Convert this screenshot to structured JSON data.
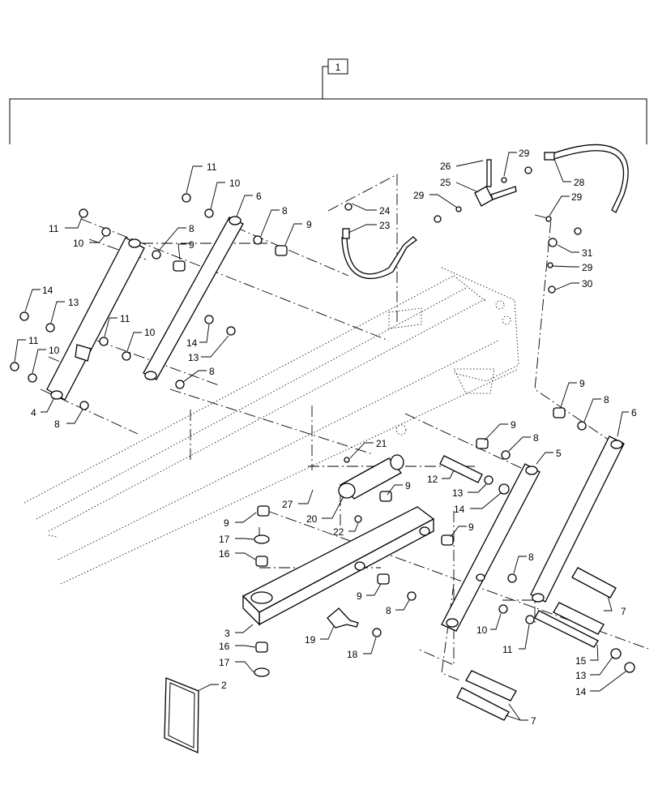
{
  "diagram": {
    "assembly_label": "1",
    "callouts": [
      {
        "label": "11"
      },
      {
        "label": "10"
      },
      {
        "label": "6"
      },
      {
        "label": "11"
      },
      {
        "label": "10"
      },
      {
        "label": "8"
      },
      {
        "label": "9"
      },
      {
        "label": "8"
      },
      {
        "label": "9"
      },
      {
        "label": "14"
      },
      {
        "label": "13"
      },
      {
        "label": "11"
      },
      {
        "label": "10"
      },
      {
        "label": "11"
      },
      {
        "label": "10"
      },
      {
        "label": "14"
      },
      {
        "label": "13"
      },
      {
        "label": "8"
      },
      {
        "label": "4"
      },
      {
        "label": "8"
      },
      {
        "label": "26"
      },
      {
        "label": "29"
      },
      {
        "label": "25"
      },
      {
        "label": "28"
      },
      {
        "label": "24"
      },
      {
        "label": "29"
      },
      {
        "label": "23"
      },
      {
        "label": "29"
      },
      {
        "label": "31"
      },
      {
        "label": "29"
      },
      {
        "label": "30"
      },
      {
        "label": "9"
      },
      {
        "label": "8"
      },
      {
        "label": "6"
      },
      {
        "label": "21"
      },
      {
        "label": "9"
      },
      {
        "label": "8"
      },
      {
        "label": "12"
      },
      {
        "label": "5"
      },
      {
        "label": "13"
      },
      {
        "label": "14"
      },
      {
        "label": "27"
      },
      {
        "label": "9"
      },
      {
        "label": "20"
      },
      {
        "label": "22"
      },
      {
        "label": "9"
      },
      {
        "label": "9"
      },
      {
        "label": "17"
      },
      {
        "label": "16"
      },
      {
        "label": "8"
      },
      {
        "label": "9"
      },
      {
        "label": "8"
      },
      {
        "label": "7"
      },
      {
        "label": "3"
      },
      {
        "label": "19"
      },
      {
        "label": "10"
      },
      {
        "label": "11"
      },
      {
        "label": "16"
      },
      {
        "label": "18"
      },
      {
        "label": "15"
      },
      {
        "label": "13"
      },
      {
        "label": "17"
      },
      {
        "label": "14"
      },
      {
        "label": "2"
      },
      {
        "label": "7"
      }
    ]
  }
}
